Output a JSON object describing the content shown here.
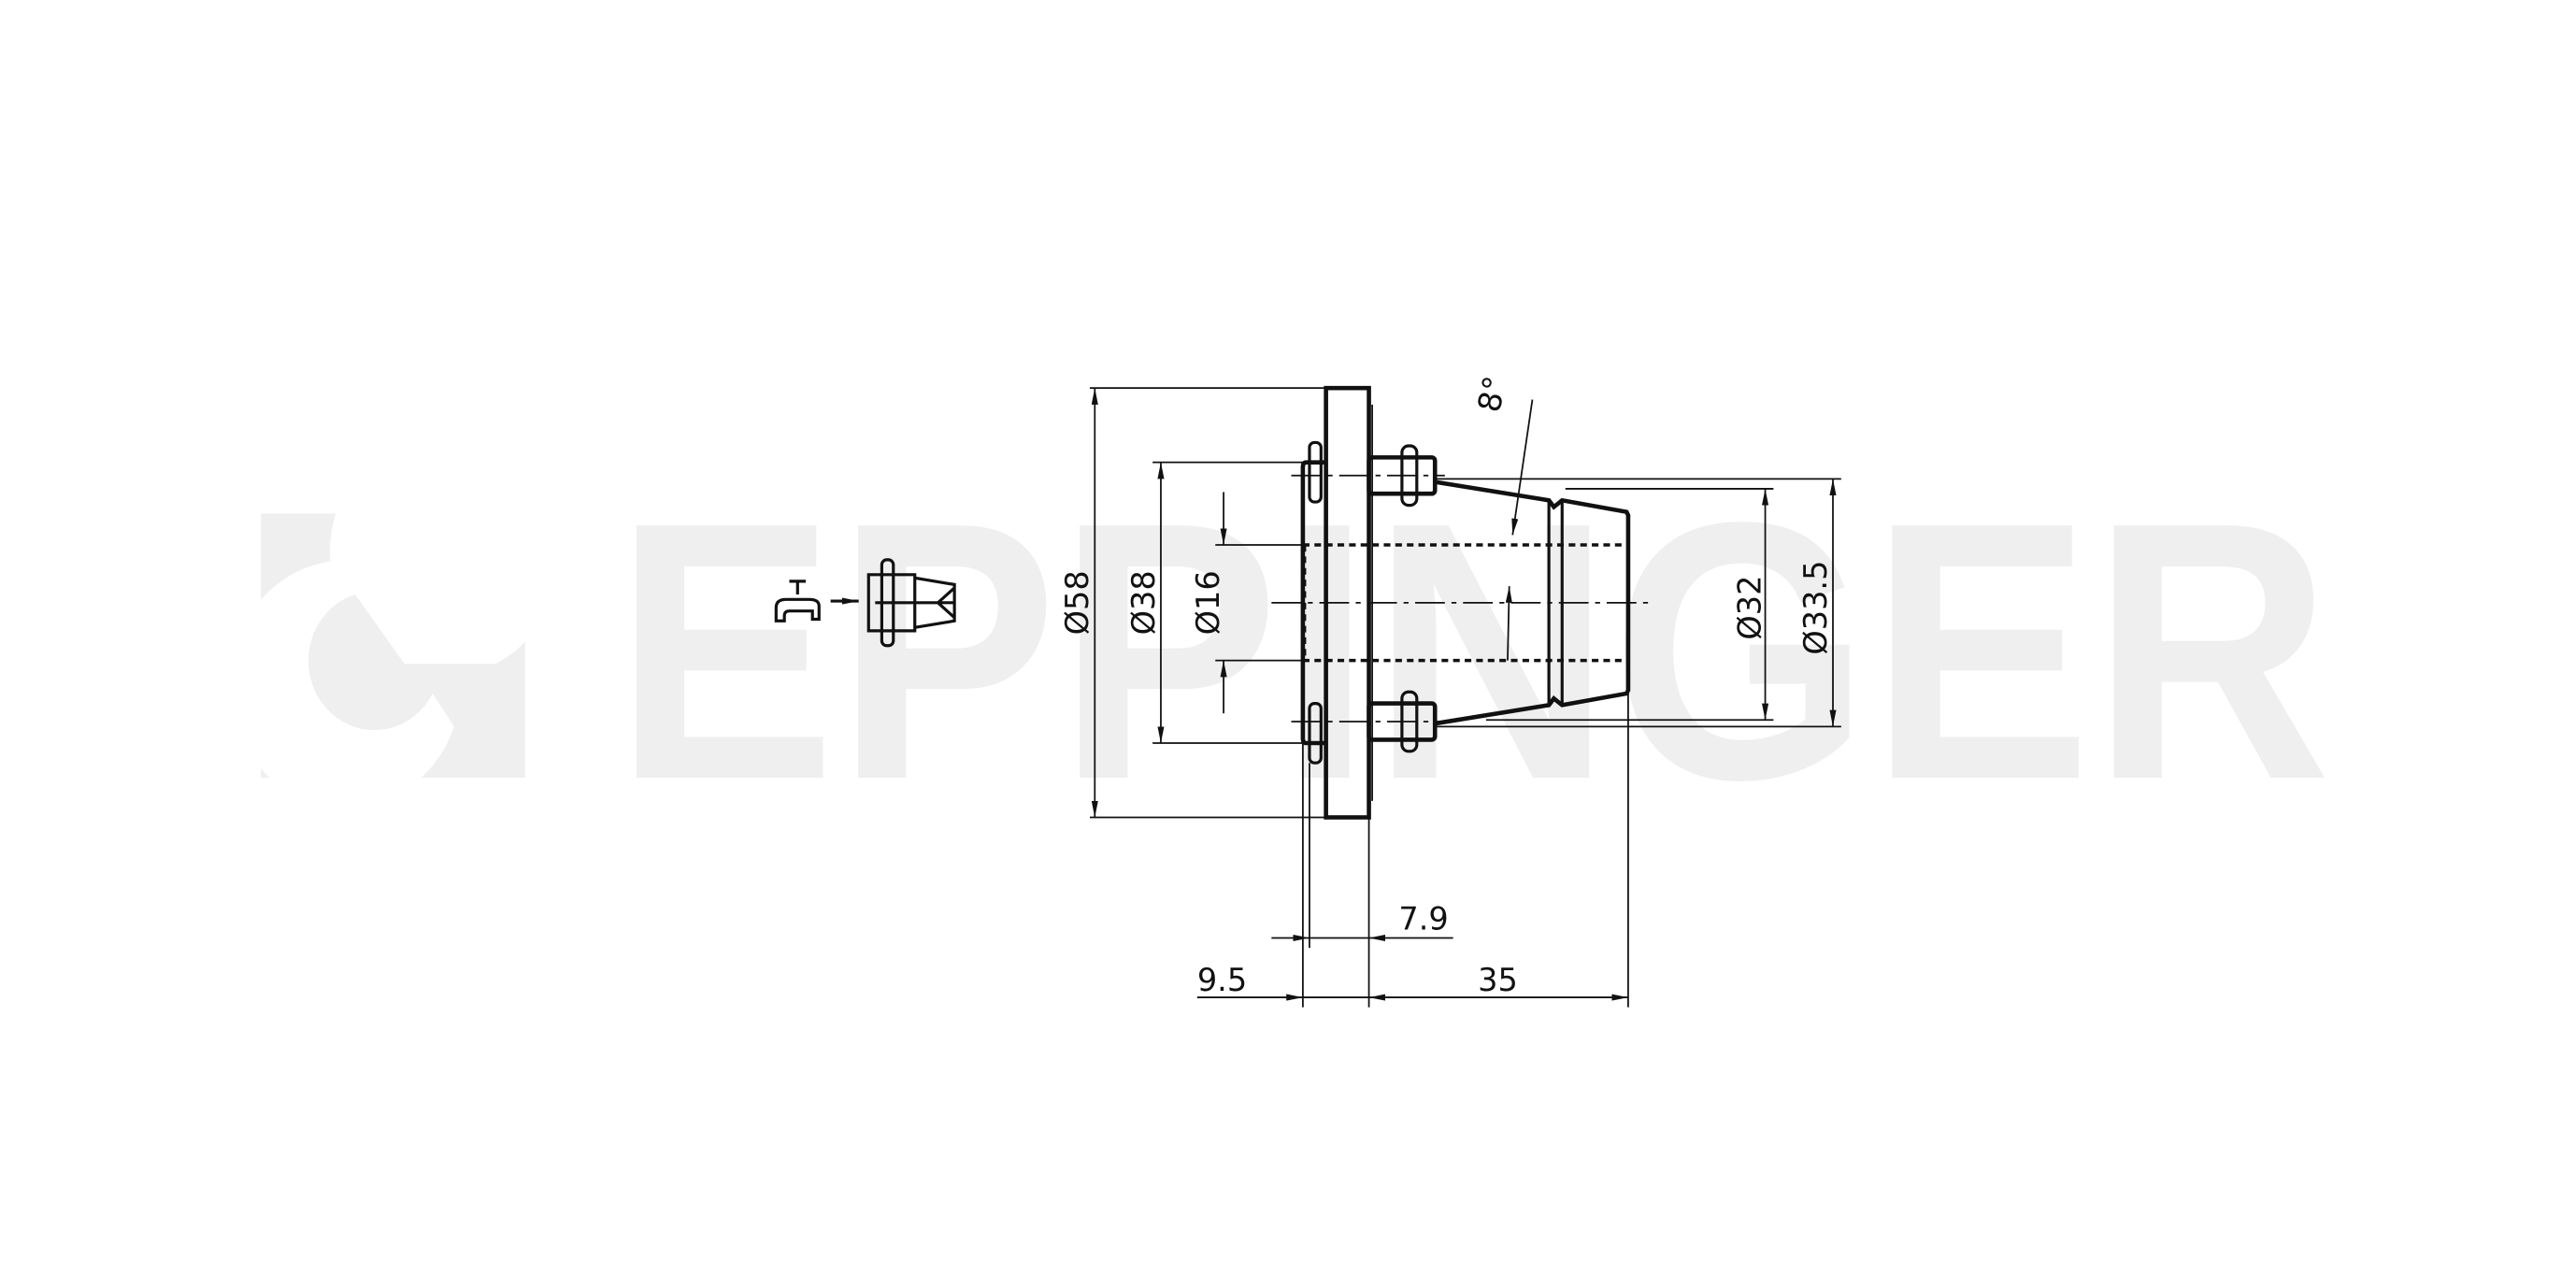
{
  "watermark": {
    "brand": "EPPINGER",
    "color": "#efefef"
  },
  "icons": {
    "coolant": "faucet-icon",
    "collet": "collet-holder-icon"
  },
  "dimensions": {
    "d58": "Ø58",
    "d38": "Ø38",
    "d16": "Ø16",
    "d32": "Ø32",
    "d33_5": "Ø33.5",
    "angle": "8°",
    "l7_9": "7.9",
    "l9_5": "9.5",
    "l35": "35"
  }
}
